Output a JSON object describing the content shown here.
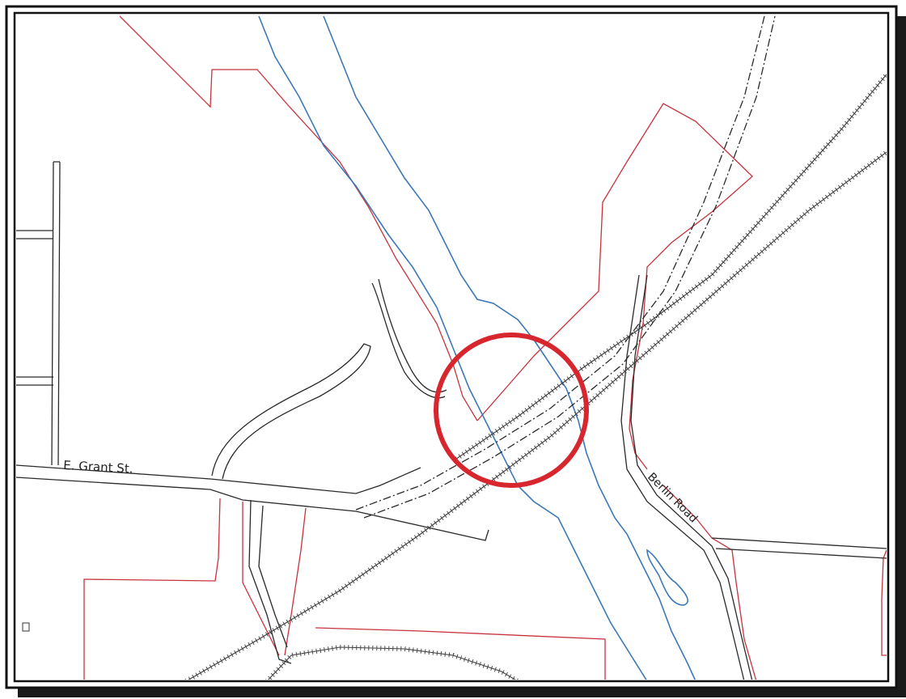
{
  "map": {
    "street_labels": {
      "grant": "E. Grant St.",
      "berlin": "Berlin Road"
    },
    "colors": {
      "parcel_boundary": "#c8323c",
      "river": "#3a78b8",
      "road": "#2a2a2a",
      "railroad": "#3a3a3a",
      "highlight_circle": "#d7262e",
      "frame": "#111111",
      "background": "#ffffff"
    },
    "features": [
      "parcel-boundaries",
      "river-channel",
      "roads",
      "railroad-tracks",
      "highlight-circle"
    ]
  }
}
